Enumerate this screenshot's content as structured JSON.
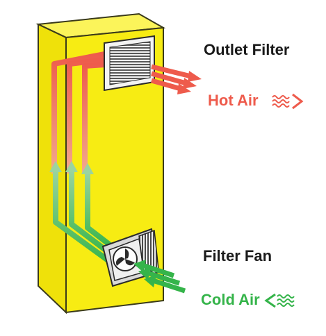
{
  "labels": {
    "outlet_filter": "Outlet Filter",
    "hot_air": "Hot Air",
    "filter_fan": "Filter Fan",
    "cold_air": "Cold Air"
  },
  "colors": {
    "cabinet_front": "#f7ec13",
    "cabinet_side": "#e6d400",
    "cabinet_top": "#fbf45a",
    "outline": "#3a3a1a",
    "hot": "#ee5b4c",
    "cold": "#35b44a",
    "dark_text": "#1a1a1a"
  }
}
